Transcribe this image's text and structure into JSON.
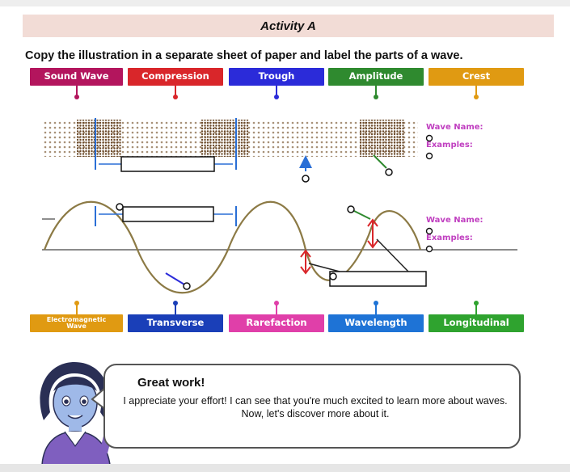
{
  "title": "Activity A",
  "instruction": "Copy the illustration in a separate sheet of paper and label the parts of a wave.",
  "top_labels": [
    {
      "text": "Sound Wave",
      "color": "#b3155d"
    },
    {
      "text": "Compression",
      "color": "#d9262a"
    },
    {
      "text": "Trough",
      "color": "#2b2bd9"
    },
    {
      "text": "Amplitude",
      "color": "#2f8a2f"
    },
    {
      "text": "Crest",
      "color": "#e09a12"
    }
  ],
  "bottom_labels": [
    {
      "text": "Electromagnetic Wave",
      "color": "#e09a12"
    },
    {
      "text": "Transverse",
      "color": "#1a3fb8"
    },
    {
      "text": "Rarefaction",
      "color": "#e03fa9"
    },
    {
      "text": "Wavelength",
      "color": "#1e73d6"
    },
    {
      "text": "Longitudinal",
      "color": "#2fa32f"
    }
  ],
  "longitudinal": {
    "wave_name": "Wave Name:",
    "examples": "Examples:"
  },
  "transverse": {
    "wave_name": "Wave Name:",
    "examples": "Examples:"
  },
  "message": {
    "heading": "Great work!",
    "body": "I appreciate your effort!  I can see that you're much excited to learn more about waves. Now, let's discover more about it."
  },
  "icons": [
    "answer-box",
    "answer-circle",
    "teacher-avatar"
  ]
}
